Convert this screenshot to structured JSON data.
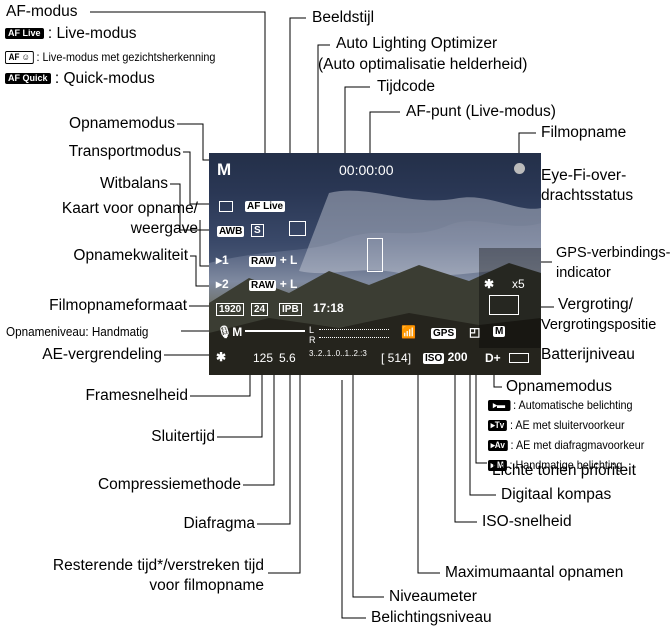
{
  "labels": {
    "af_mode": "AF-modus",
    "af_live_mode_text": ": Live-modus",
    "af_face_text": ": Live-modus met gezichtsherkenning",
    "af_quick_text": ": Quick-modus",
    "picture_style": "Beeldstijl",
    "alo_line1": "Auto Lighting Optimizer",
    "alo_line2": "(Auto optimalisatie helderheid)",
    "timecode": "Tijdcode",
    "af_point": "AF-punt (Live-modus)",
    "movie_recording": "Filmopname",
    "shooting_mode": "Opnamemodus",
    "drive_mode": "Transportmodus",
    "white_balance": "Witbalans",
    "card_line1": "Kaart voor opname/",
    "card_line2": "weergave",
    "quality": "Opnamekwaliteit",
    "eyefi_line1": "Eye-Fi-over-",
    "eyefi_line2": "drachtsstatus",
    "gps_line1": "GPS-verbindings-",
    "gps_line2": "indicator",
    "zoom_line1": "Vergroting/",
    "zoom_line2": "Vergrotingspositie",
    "movie_format": "Filmopnameformaat",
    "rec_level": "Opnameniveau: Handmatig",
    "ae_lock": "AE-vergrendeling",
    "battery": "Batterijniveau",
    "shooting_mode2": "Opnamemodus",
    "mode_auto": ": Automatische belichting",
    "mode_tv": ": AE met sluitervoorkeur",
    "mode_av": ": AE met diafragmavoorkeur",
    "mode_m": ": Handmatige belichting",
    "frame_rate": "Framesnelheid",
    "shutter": "Sluitertijd",
    "compression": "Compressiemethode",
    "highlight": "Lichte tonen prioriteit",
    "aperture": "Diafragma",
    "compass": "Digitaal kompas",
    "iso": "ISO-snelheid",
    "remaining_line1": "Resterende tijd*/verstreken tijd",
    "remaining_line2": "voor filmopname",
    "max_shots": "Maximumaantal opnamen",
    "level": "Niveaumeter",
    "exposure": "Belichtingsniveau"
  },
  "screen": {
    "mode": "M",
    "timecode": "00:00:00",
    "af_live": "AF Live",
    "wb": "AWB",
    "style": "S",
    "raw1": "RAW",
    "raw2": "RAW",
    "plus_l": "+ L",
    "size": "1920",
    "fps": "24",
    "ipb": "IPB",
    "time": "17:18",
    "zoom": "x5",
    "gps": "GPS",
    "shutter": "125",
    "aperture": "5.6",
    "exp_scale": "3..2..1..0..1..2.:3",
    "shots": "[ 514]",
    "iso": "200",
    "dplus": "D+",
    "mode_icon": "M"
  },
  "icons": {
    "af_live": "AF Live",
    "af_face": "AF face",
    "af_quick": "AF Quick",
    "mode_auto": "auto",
    "mode_tv": "Tv",
    "mode_av": "Av",
    "mode_m": "M"
  }
}
